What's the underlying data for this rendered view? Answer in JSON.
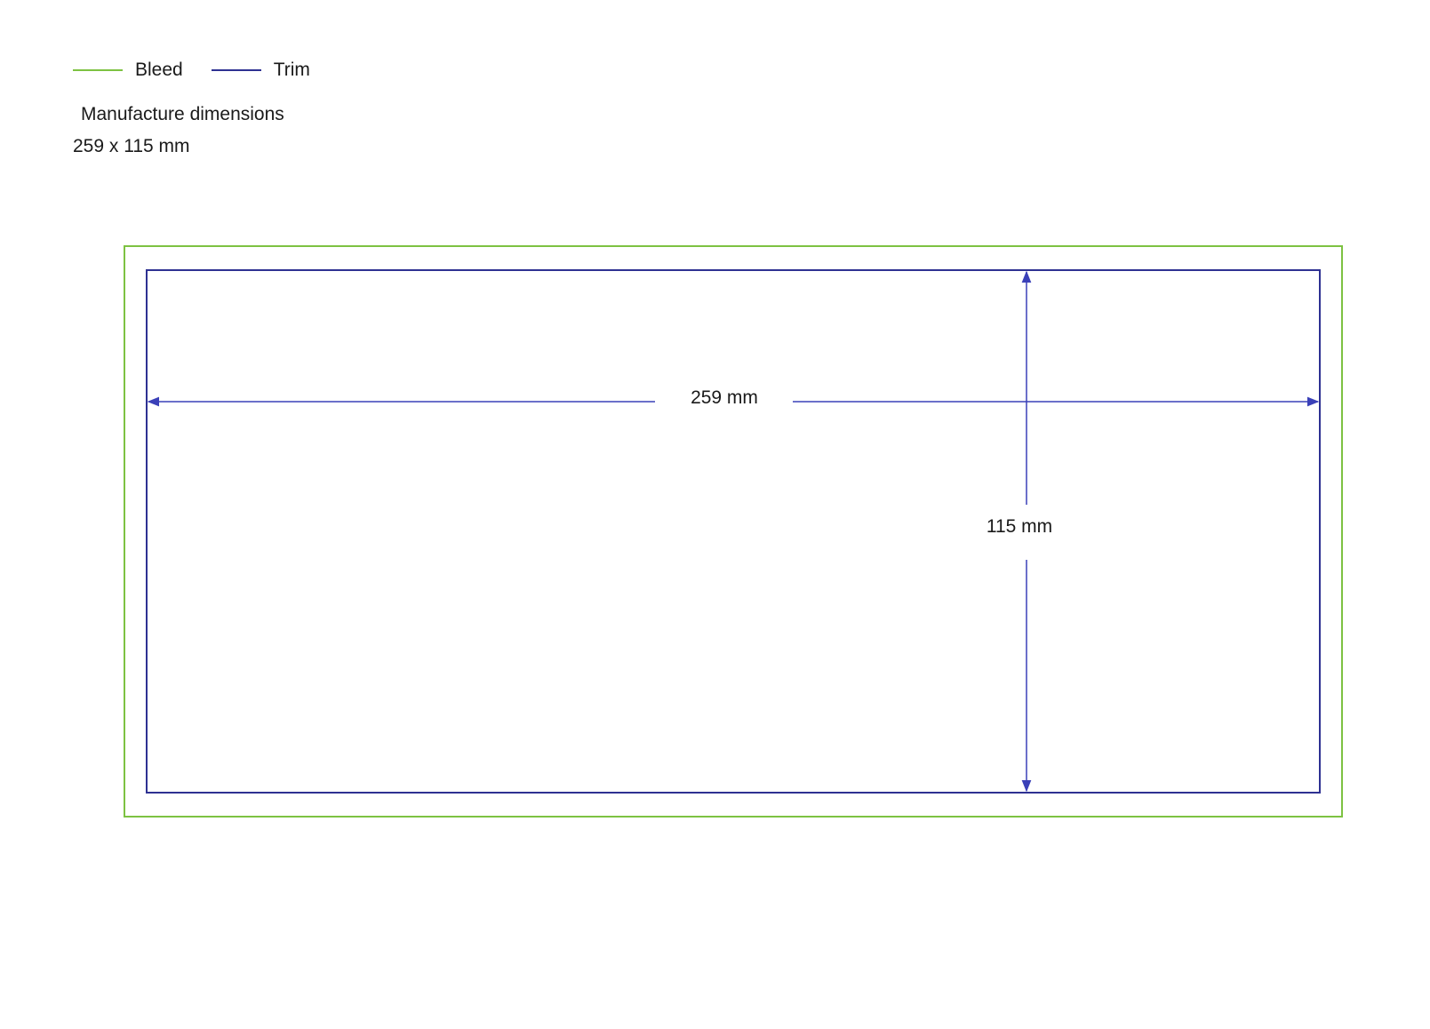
{
  "legend": {
    "items": [
      {
        "label": "Bleed",
        "color": "#7dc242"
      },
      {
        "label": "Trim",
        "color": "#2e3192"
      }
    ]
  },
  "spec": {
    "title": "Manufacture dimensions",
    "value": "259 x 115 mm"
  },
  "diagram": {
    "bleed_color": "#7dc242",
    "trim_color": "#2e3192",
    "dimension_line_color": "#3a40b8",
    "width_label": "259 mm",
    "height_label": "115 mm"
  }
}
